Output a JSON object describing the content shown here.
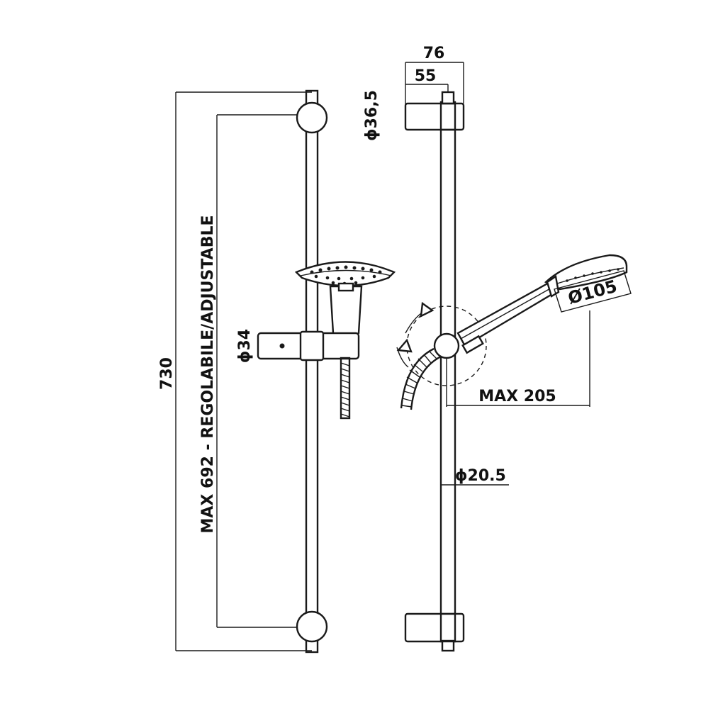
{
  "dimensions": {
    "overall_height": "730",
    "adjustable_length": "MAX 692 - REGOLABILE/ADJUSTABLE",
    "slider_diameter": "ϕ34",
    "bracket_depth_total": "76",
    "bracket_depth_inner": "55",
    "bracket_diameter": "ϕ36,5",
    "handshower_diameter": "Ø105",
    "max_reach": "MAX 205",
    "rail_diameter": "ϕ20.5"
  },
  "colors": {
    "line": "#1a1a1a",
    "background": "#ffffff"
  }
}
